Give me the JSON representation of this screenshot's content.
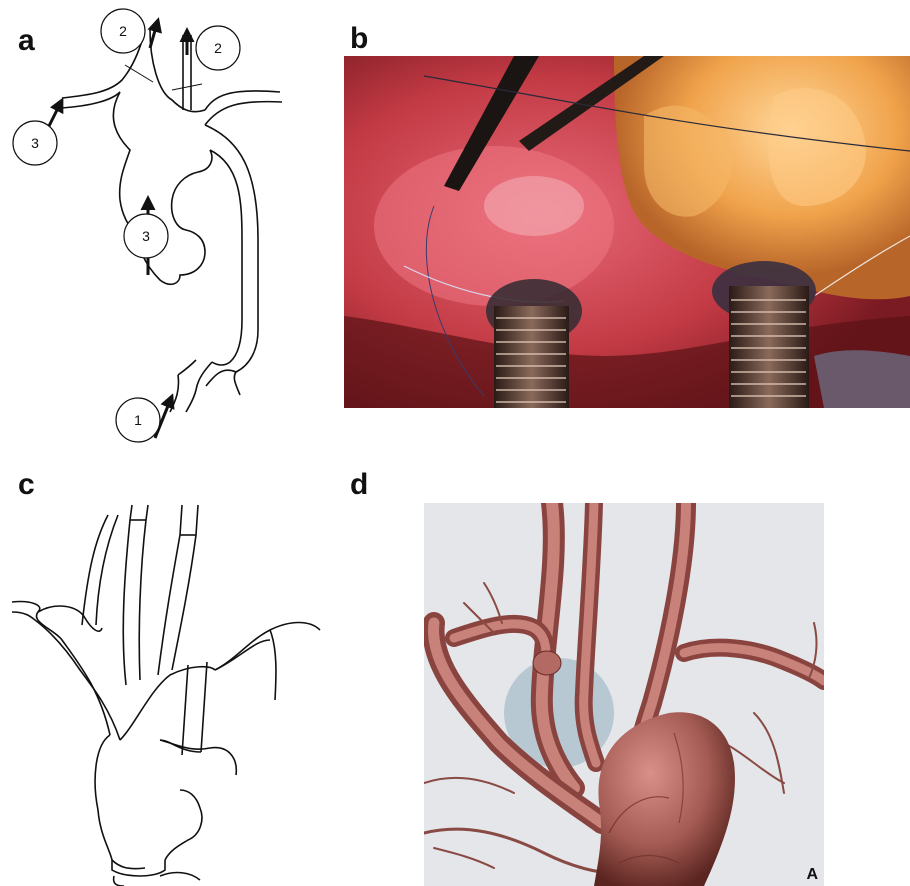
{
  "panels": {
    "a": {
      "letter": "a",
      "markers": [
        {
          "label": "2"
        },
        {
          "label": "2"
        },
        {
          "label": "3"
        },
        {
          "label": "3"
        },
        {
          "label": "1"
        }
      ]
    },
    "b": {
      "letter": "b"
    },
    "c": {
      "letter": "c"
    },
    "d": {
      "letter": "d",
      "corner_mark": "A"
    }
  }
}
